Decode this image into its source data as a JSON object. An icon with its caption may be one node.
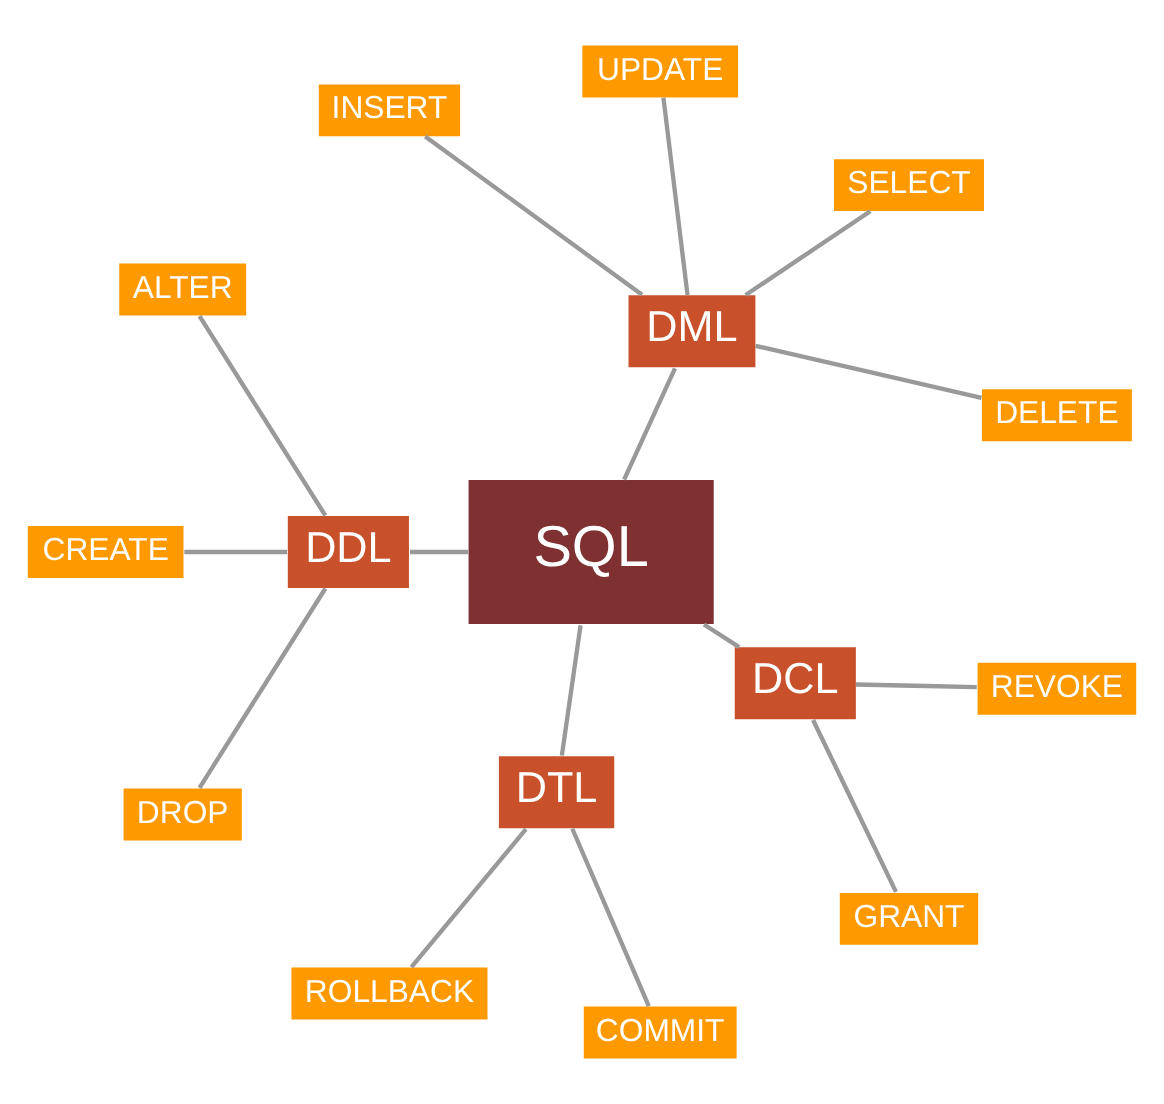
{
  "diagram": {
    "nodes": [
      {
        "text": [
          "SQL"
        ]
      },
      {
        "text": [
          "DML"
        ]
      },
      {
        "text": [
          "DELETE"
        ]
      },
      {
        "text": [
          "SELECT"
        ]
      },
      {
        "text": [
          "UPDATE"
        ]
      },
      {
        "text": [
          "INSERT"
        ]
      },
      {
        "text": [
          "DDL"
        ]
      },
      {
        "text": [
          "ALTER"
        ]
      },
      {
        "text": [
          "CREATE"
        ]
      },
      {
        "text": [
          "DROP"
        ]
      },
      {
        "text": [
          "DTL"
        ]
      },
      {
        "text": [
          "ROLLBACK"
        ]
      },
      {
        "text": [
          "COMMIT"
        ]
      },
      {
        "text": [
          "DCL"
        ]
      },
      {
        "text": [
          "GRANT"
        ]
      },
      {
        "text": [
          "REVOKE"
        ]
      }
    ],
    "edges": [
      {
        "from": 0,
        "to": 1,
        "arrow": "none"
      },
      {
        "from": 1,
        "to": 2,
        "arrow": "none"
      },
      {
        "from": 1,
        "to": 3,
        "arrow": "none"
      },
      {
        "from": 1,
        "to": 4,
        "arrow": "none"
      },
      {
        "from": 1,
        "to": 5,
        "arrow": "none"
      },
      {
        "from": 0,
        "to": 6,
        "arrow": "none"
      },
      {
        "from": 6,
        "to": 7,
        "arrow": "none"
      },
      {
        "from": 6,
        "to": 8,
        "arrow": "none"
      },
      {
        "from": 6,
        "to": 9,
        "arrow": "none"
      },
      {
        "from": 0,
        "to": 10,
        "arrow": "none"
      },
      {
        "from": 10,
        "to": 11,
        "arrow": "none"
      },
      {
        "from": 10,
        "to": 12,
        "arrow": "none"
      },
      {
        "from": 0,
        "to": 13,
        "arrow": "none"
      },
      {
        "from": 13,
        "to": 14,
        "arrow": "none"
      },
      {
        "from": 13,
        "to": 15,
        "arrow": "none"
      }
    ]
  }
}
